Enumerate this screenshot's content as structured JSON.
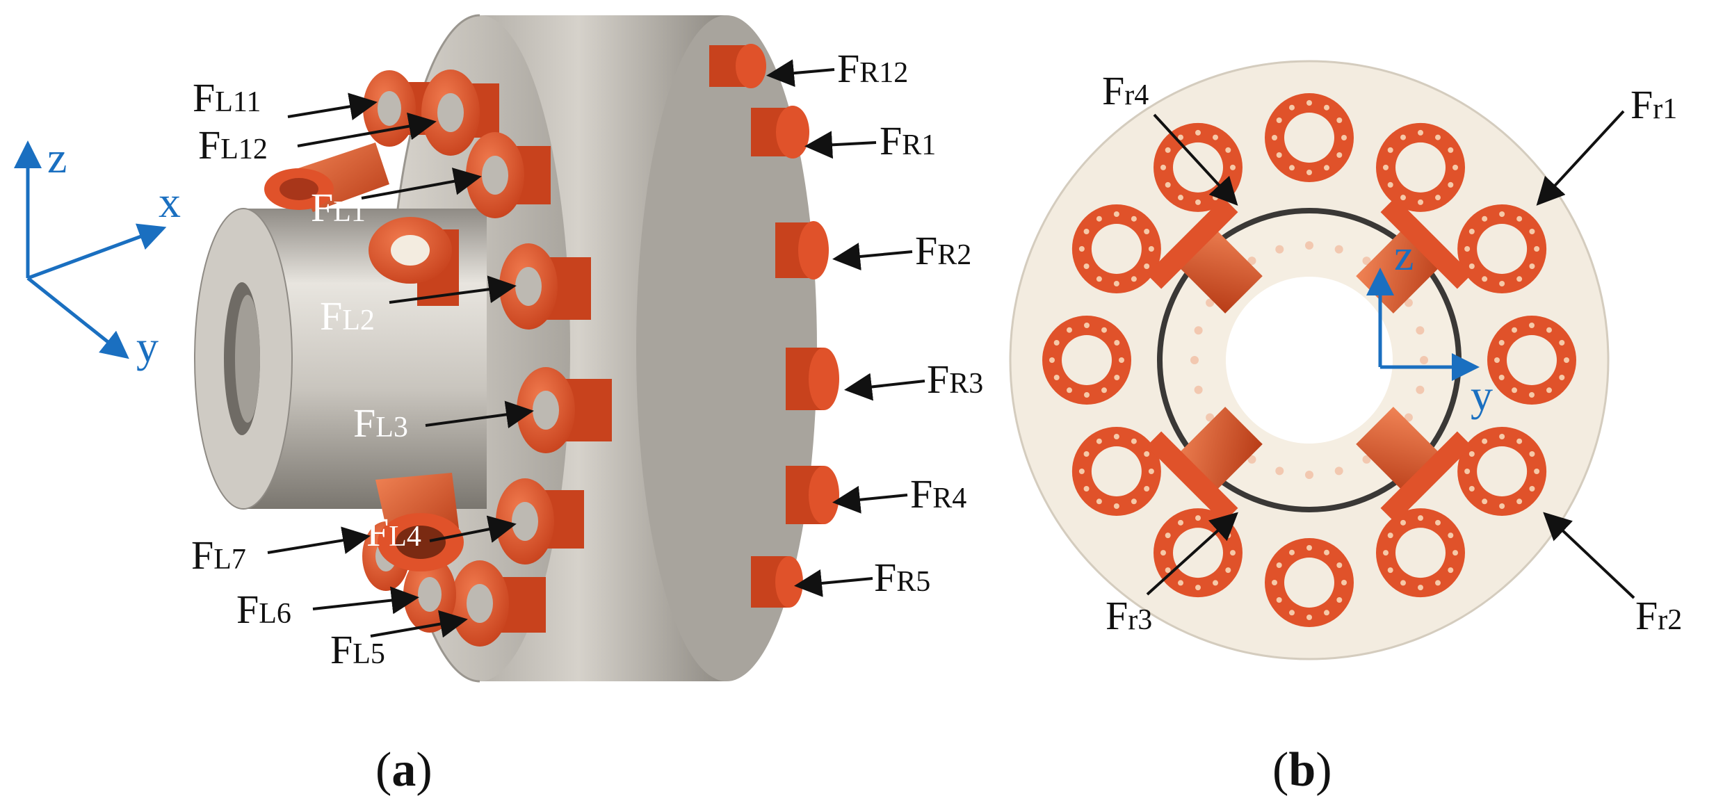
{
  "panel_a": {
    "caption": "(a)",
    "caption_parts": {
      "open": "(",
      "letter": "a",
      "close": ")"
    },
    "axes": {
      "z": "z",
      "x": "x",
      "y": "y"
    },
    "left_labels": [
      {
        "id": "fl11",
        "main": "F",
        "sub": "L11"
      },
      {
        "id": "fl12",
        "main": "F",
        "sub": "L12"
      },
      {
        "id": "fl1",
        "main": "F",
        "sub": "L1"
      },
      {
        "id": "fl2",
        "main": "F",
        "sub": "L2"
      },
      {
        "id": "fl3",
        "main": "F",
        "sub": "L3"
      },
      {
        "id": "fl4",
        "main": "F",
        "sub": "L4"
      },
      {
        "id": "fl7",
        "main": "F",
        "sub": "L7"
      },
      {
        "id": "fl6",
        "main": "F",
        "sub": "L6"
      },
      {
        "id": "fl5",
        "main": "F",
        "sub": "L5"
      }
    ],
    "right_labels": [
      {
        "id": "fr12",
        "main": "F",
        "sub": "R12"
      },
      {
        "id": "fr1",
        "main": "F",
        "sub": "R1"
      },
      {
        "id": "fr2",
        "main": "F",
        "sub": "R2"
      },
      {
        "id": "fr3",
        "main": "F",
        "sub": "R3"
      },
      {
        "id": "fr4",
        "main": "F",
        "sub": "R4"
      },
      {
        "id": "fr5",
        "main": "F",
        "sub": "R5"
      }
    ]
  },
  "panel_b": {
    "caption": "(b)",
    "caption_parts": {
      "open": "(",
      "letter": "b",
      "close": ")"
    },
    "axes": {
      "z": "z",
      "y": "y"
    },
    "labels": [
      {
        "id": "fr4",
        "main": "F",
        "sub": "r4"
      },
      {
        "id": "fr1",
        "main": "F",
        "sub": "r1"
      },
      {
        "id": "fr3",
        "main": "F",
        "sub": "r3"
      },
      {
        "id": "fr2",
        "main": "F",
        "sub": "r2"
      }
    ]
  },
  "colors": {
    "bolt_orange": "#e0522a",
    "bolt_dark": "#b03a18",
    "body_gray": "#bdb9b2",
    "axis_blue": "#1a6fc0",
    "plate_cream": "#f3ece0"
  }
}
